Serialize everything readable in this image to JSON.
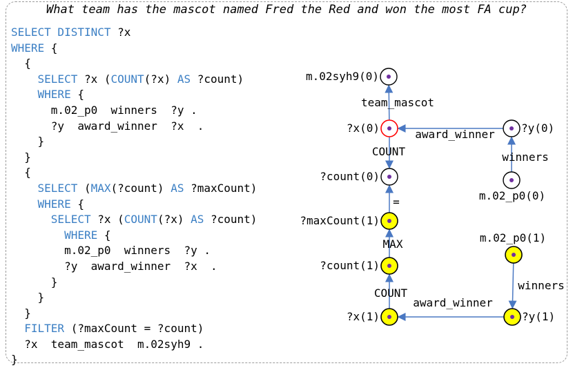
{
  "question": "What team has the mascot named Fred the Red and won the most FA cup?",
  "code_lines": [
    [
      {
        "t": "SELECT DISTINCT",
        "k": true
      },
      {
        "t": " ?x"
      }
    ],
    [
      {
        "t": "WHERE",
        "k": true
      },
      {
        "t": " {"
      }
    ],
    [
      {
        "t": "  {"
      }
    ],
    [
      {
        "t": "    "
      },
      {
        "t": "SELECT",
        "k": true
      },
      {
        "t": " ?x ("
      },
      {
        "t": "COUNT",
        "k": true
      },
      {
        "t": "(?x) "
      },
      {
        "t": "AS",
        "k": true
      },
      {
        "t": " ?count)"
      }
    ],
    [
      {
        "t": "    "
      },
      {
        "t": "WHERE",
        "k": true
      },
      {
        "t": " {"
      }
    ],
    [
      {
        "t": "      m.02_p0  winners  ?y ."
      }
    ],
    [
      {
        "t": "      ?y  award_winner  ?x  ."
      }
    ],
    [
      {
        "t": "    }"
      }
    ],
    [
      {
        "t": "  }"
      }
    ],
    [
      {
        "t": "  {"
      }
    ],
    [
      {
        "t": "    "
      },
      {
        "t": "SELECT",
        "k": true
      },
      {
        "t": " ("
      },
      {
        "t": "MAX",
        "k": true
      },
      {
        "t": "(?count) "
      },
      {
        "t": "AS",
        "k": true
      },
      {
        "t": " ?maxCount)"
      }
    ],
    [
      {
        "t": "    "
      },
      {
        "t": "WHERE",
        "k": true
      },
      {
        "t": " {"
      }
    ],
    [
      {
        "t": "      "
      },
      {
        "t": "SELECT",
        "k": true
      },
      {
        "t": " ?x ("
      },
      {
        "t": "COUNT",
        "k": true
      },
      {
        "t": "(?x) "
      },
      {
        "t": "AS",
        "k": true
      },
      {
        "t": " ?count)"
      }
    ],
    [
      {
        "t": "        "
      },
      {
        "t": "WHERE",
        "k": true
      },
      {
        "t": " {"
      }
    ],
    [
      {
        "t": "        m.02_p0  winners  ?y ."
      }
    ],
    [
      {
        "t": "        ?y  award_winner  ?x  ."
      }
    ],
    [
      {
        "t": "      }"
      }
    ],
    [
      {
        "t": "    }"
      }
    ],
    [
      {
        "t": "  }"
      }
    ],
    [
      {
        "t": "  "
      },
      {
        "t": "FILTER",
        "k": true
      },
      {
        "t": " (?maxCount = ?count)"
      }
    ],
    [
      {
        "t": "  ?x  team_mascot  m.02syh9 ."
      }
    ],
    [
      {
        "t": "}"
      }
    ]
  ],
  "colors": {
    "keyword": "#3b7fc4",
    "edge": "#4a78c2",
    "node_dot": "#7030a0",
    "node_yellow_fill": "#ffff00",
    "node_red_border": "#ff0000"
  },
  "graph": {
    "nodes": [
      {
        "id": "m02syh9_0",
        "label": "m.02syh9(0)",
        "style": "plain"
      },
      {
        "id": "x0",
        "label": "?x(0)",
        "style": "red"
      },
      {
        "id": "y0",
        "label": "?y(0)",
        "style": "plain"
      },
      {
        "id": "count0",
        "label": "?count(0)",
        "style": "plain"
      },
      {
        "id": "m02p0_0",
        "label": "m.02_p0(0)",
        "style": "plain"
      },
      {
        "id": "maxcount1",
        "label": "?maxCount(1)",
        "style": "yellow"
      },
      {
        "id": "count1",
        "label": "?count(1)",
        "style": "yellow"
      },
      {
        "id": "m02p0_1",
        "label": "m.02_p0(1)",
        "style": "yellow"
      },
      {
        "id": "x1",
        "label": "?x(1)",
        "style": "yellow"
      },
      {
        "id": "y1",
        "label": "?y(1)",
        "style": "yellow"
      }
    ],
    "edges": [
      {
        "from": "x0",
        "to": "m02syh9_0",
        "label": "team_mascot"
      },
      {
        "from": "y0",
        "to": "x0",
        "label": "award_winner"
      },
      {
        "from": "x0",
        "to": "count0",
        "label": "COUNT"
      },
      {
        "from": "m02p0_0",
        "to": "y0",
        "label": "winners"
      },
      {
        "from": "maxcount1",
        "to": "count0",
        "label": "="
      },
      {
        "from": "count1",
        "to": "maxcount1",
        "label": "MAX"
      },
      {
        "from": "x1",
        "to": "count1",
        "label": "COUNT"
      },
      {
        "from": "y1",
        "to": "x1",
        "label": "award_winner"
      },
      {
        "from": "m02p0_1",
        "to": "y1",
        "label": "winners"
      }
    ]
  }
}
